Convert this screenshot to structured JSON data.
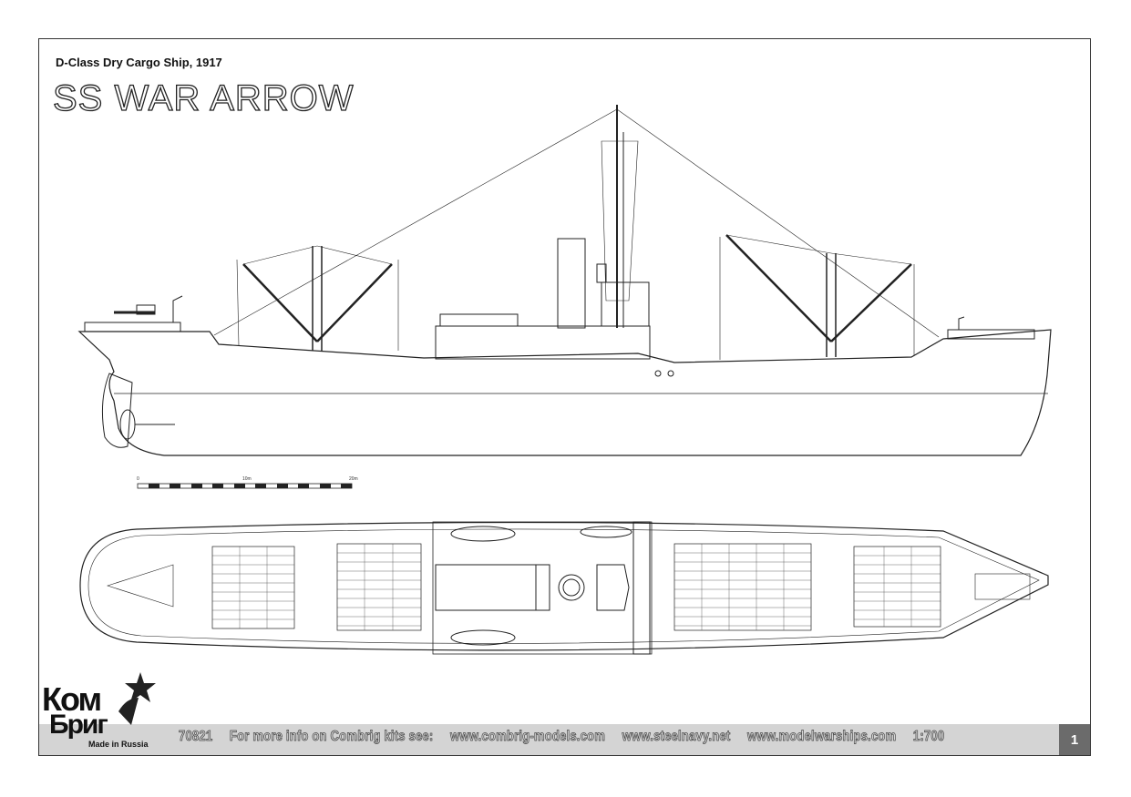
{
  "header": {
    "subtitle": "D-Class Dry Cargo Ship, 1917",
    "title": "SS WAR ARROW"
  },
  "scale_bar": {
    "labels": [
      "0",
      "10m",
      "20m"
    ]
  },
  "footer": {
    "kit_number": "70821",
    "info_text": "For more info on Combrig kits see:",
    "links": [
      "www.combrig-models.com",
      "www.steelnavy.net",
      "www.modelwarships.com"
    ],
    "scale": "1:700",
    "page_number": "1"
  },
  "logo": {
    "line1": "Ком",
    "line2": "Бриг",
    "made_in": "Made in Russia"
  }
}
